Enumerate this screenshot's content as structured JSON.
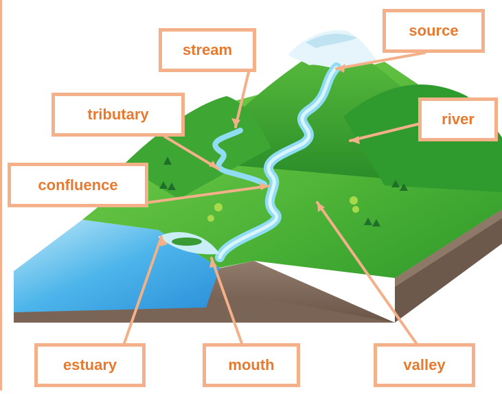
{
  "labels": {
    "stream": "stream",
    "source": "source",
    "tributary": "tributary",
    "river": "river",
    "confluence": "confluence",
    "estuary": "estuary",
    "mouth": "mouth",
    "valley": "valley"
  },
  "colors": {
    "label_text": "#e77a2e",
    "label_border": "#f3b089",
    "pointer": "#f3b089",
    "grass_light": "#6fcf46",
    "grass_dark": "#2f9a2a",
    "water": "#7fd3ef",
    "sea": "#3aa3e3",
    "soil_top": "#8a7464",
    "soil_bottom": "#6a5547",
    "snow": "#e8f6fb"
  }
}
